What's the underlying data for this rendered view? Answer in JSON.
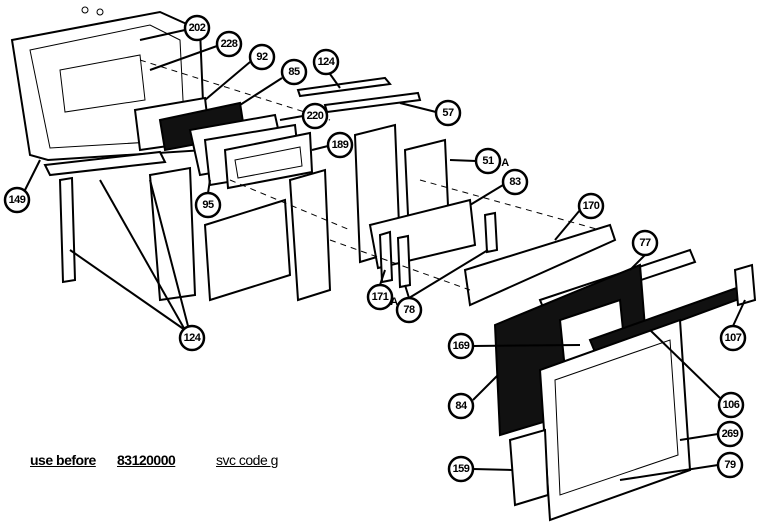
{
  "diagram": {
    "callouts": {
      "c202": "202",
      "c228": "228",
      "c92": "92",
      "c85": "85",
      "c124a": "124",
      "c57": "57",
      "c220": "220",
      "c189": "189",
      "c51": "51",
      "c51s": "A",
      "c83": "83",
      "c170": "170",
      "c77": "77",
      "c149": "149",
      "c95": "95",
      "c171": "171",
      "c171s": "A",
      "c78": "78",
      "c124b": "124",
      "c169": "169",
      "c107": "107",
      "c84": "84",
      "c106": "106",
      "c269": "269",
      "c159": "159",
      "c79": "79"
    }
  },
  "footer": {
    "use_before_label": "use before",
    "serial": "83120000",
    "svc_code": "svc code g"
  }
}
